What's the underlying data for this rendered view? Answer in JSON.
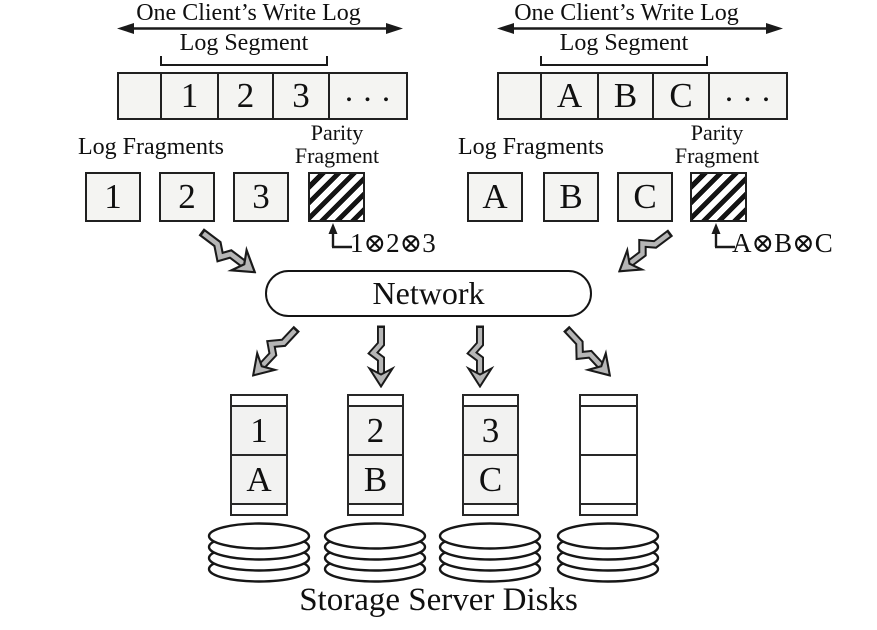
{
  "figure": {
    "clients": [
      {
        "write_log_label": "One Client’s Write Log",
        "segment_label": "Log Segment",
        "log_cells": [
          "",
          "1",
          "2",
          "3",
          ". . ."
        ],
        "fragments_label": "Log Fragments",
        "parity_label_line1": "Parity",
        "parity_label_line2": "Fragment",
        "fragments": [
          "1",
          "2",
          "3"
        ],
        "parity_formula": "1⊗2⊗3"
      },
      {
        "write_log_label": "One Client’s Write Log",
        "segment_label": "Log Segment",
        "log_cells": [
          "",
          "A",
          "B",
          "C",
          ". . ."
        ],
        "fragments_label": "Log Fragments",
        "parity_label_line1": "Parity",
        "parity_label_line2": "Fragment",
        "fragments": [
          "A",
          "B",
          "C"
        ],
        "parity_formula": "A⊗B⊗C"
      }
    ],
    "network_label": "Network",
    "servers": [
      {
        "cell_top": "1",
        "cell_bottom": "A"
      },
      {
        "cell_top": "2",
        "cell_bottom": "B"
      },
      {
        "cell_top": "3",
        "cell_bottom": "C"
      },
      {
        "cell_top": "",
        "cell_bottom": ""
      }
    ],
    "caption": "Storage Server Disks",
    "colors": {
      "line": "#1a1a1a",
      "box_fill": "#f4f4f2",
      "arrow_fill": "#b6b6b6",
      "background": "#ffffff"
    }
  }
}
